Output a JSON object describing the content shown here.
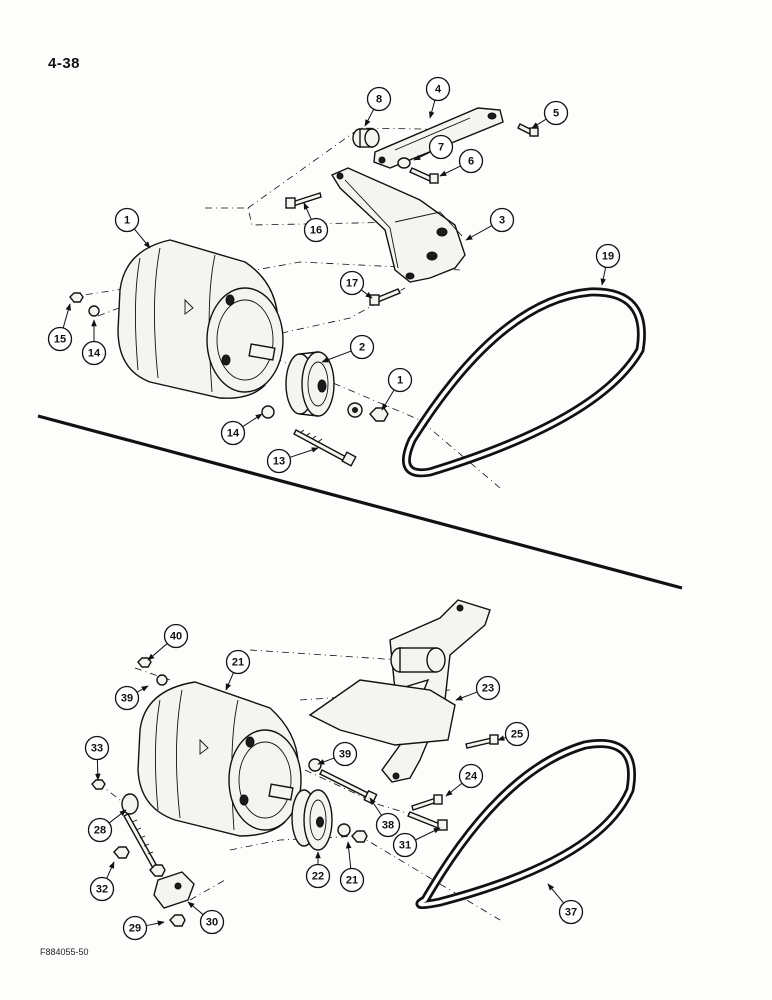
{
  "page_number": "4-38",
  "figure_code": "F884055-50",
  "callouts": [
    "1",
    "2",
    "3",
    "4",
    "5",
    "6",
    "7",
    "8",
    "13",
    "14",
    "14",
    "15",
    "16",
    "17",
    "19",
    "1",
    "21",
    "21",
    "22",
    "23",
    "24",
    "25",
    "28",
    "29",
    "30",
    "31",
    "32",
    "33",
    "37",
    "38",
    "39",
    "39",
    "40"
  ]
}
